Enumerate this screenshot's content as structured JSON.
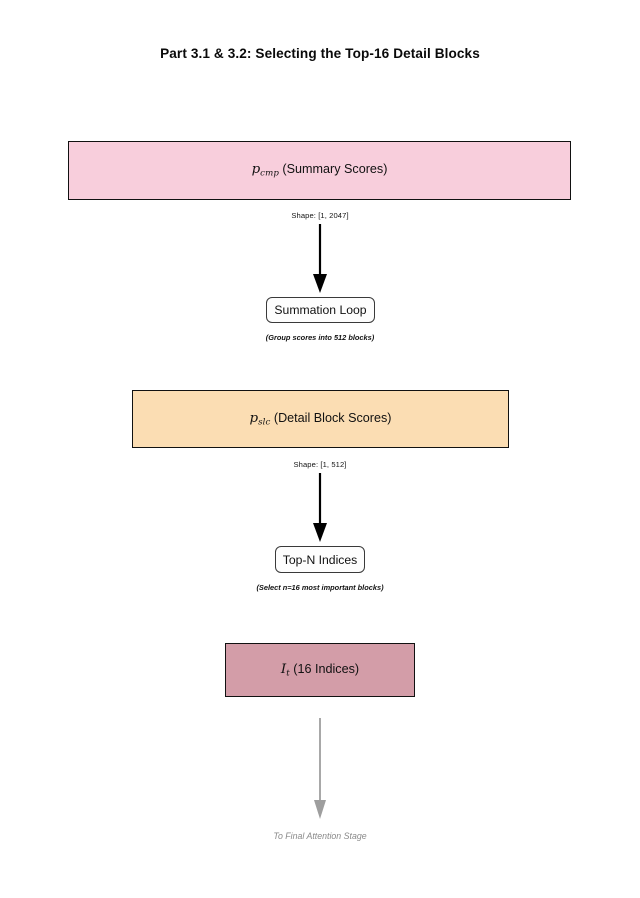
{
  "page": {
    "title": "Part 3.1 & 3.2: Selecting the Top-16 Detail Blocks",
    "background": "#ffffff"
  },
  "diagram": {
    "type": "flowchart",
    "direction": "top-to-bottom",
    "nodes": [
      {
        "id": "p_cmp",
        "kind": "data-box",
        "symbol": "p",
        "subscript": "cmp",
        "label_rest": " (Summary Scores)",
        "full_label": "p_cmp (Summary Scores)",
        "fill": "#F8CEDC",
        "border": "#111111"
      },
      {
        "id": "summation_loop",
        "kind": "process-node",
        "label": "Summation Loop",
        "fill": "#fdfdfd",
        "border": "#3a3a3a"
      },
      {
        "id": "p_slc",
        "kind": "data-box",
        "symbol": "p",
        "subscript": "slc",
        "label_rest": " (Detail Block Scores)",
        "full_label": "p_slc (Detail Block Scores)",
        "fill": "#FBDDB3",
        "border": "#111111"
      },
      {
        "id": "top_n_indices",
        "kind": "process-node",
        "label": "Top-N Indices",
        "fill": "#fdfdfd",
        "border": "#3a3a3a"
      },
      {
        "id": "I_t",
        "kind": "data-box",
        "symbol": "I",
        "subscript": "t",
        "label_rest": " (16 Indices)",
        "full_label": "I_t (16 Indices)",
        "fill": "#D39DA8",
        "border": "#111111"
      }
    ],
    "edge_labels": {
      "shape_1": "Shape: [1, 2047]",
      "shape_2": "Shape: [1, 512]"
    },
    "captions": {
      "summation_loop": "(Group scores into 512 blocks)",
      "top_n_indices": "(Select n=16 most important blocks)"
    },
    "end_note": "To Final Attention Stage",
    "colors": {
      "arrow_primary": "#000000",
      "arrow_muted": "#9e9e9e",
      "end_note_text": "#8a8a8a"
    }
  }
}
